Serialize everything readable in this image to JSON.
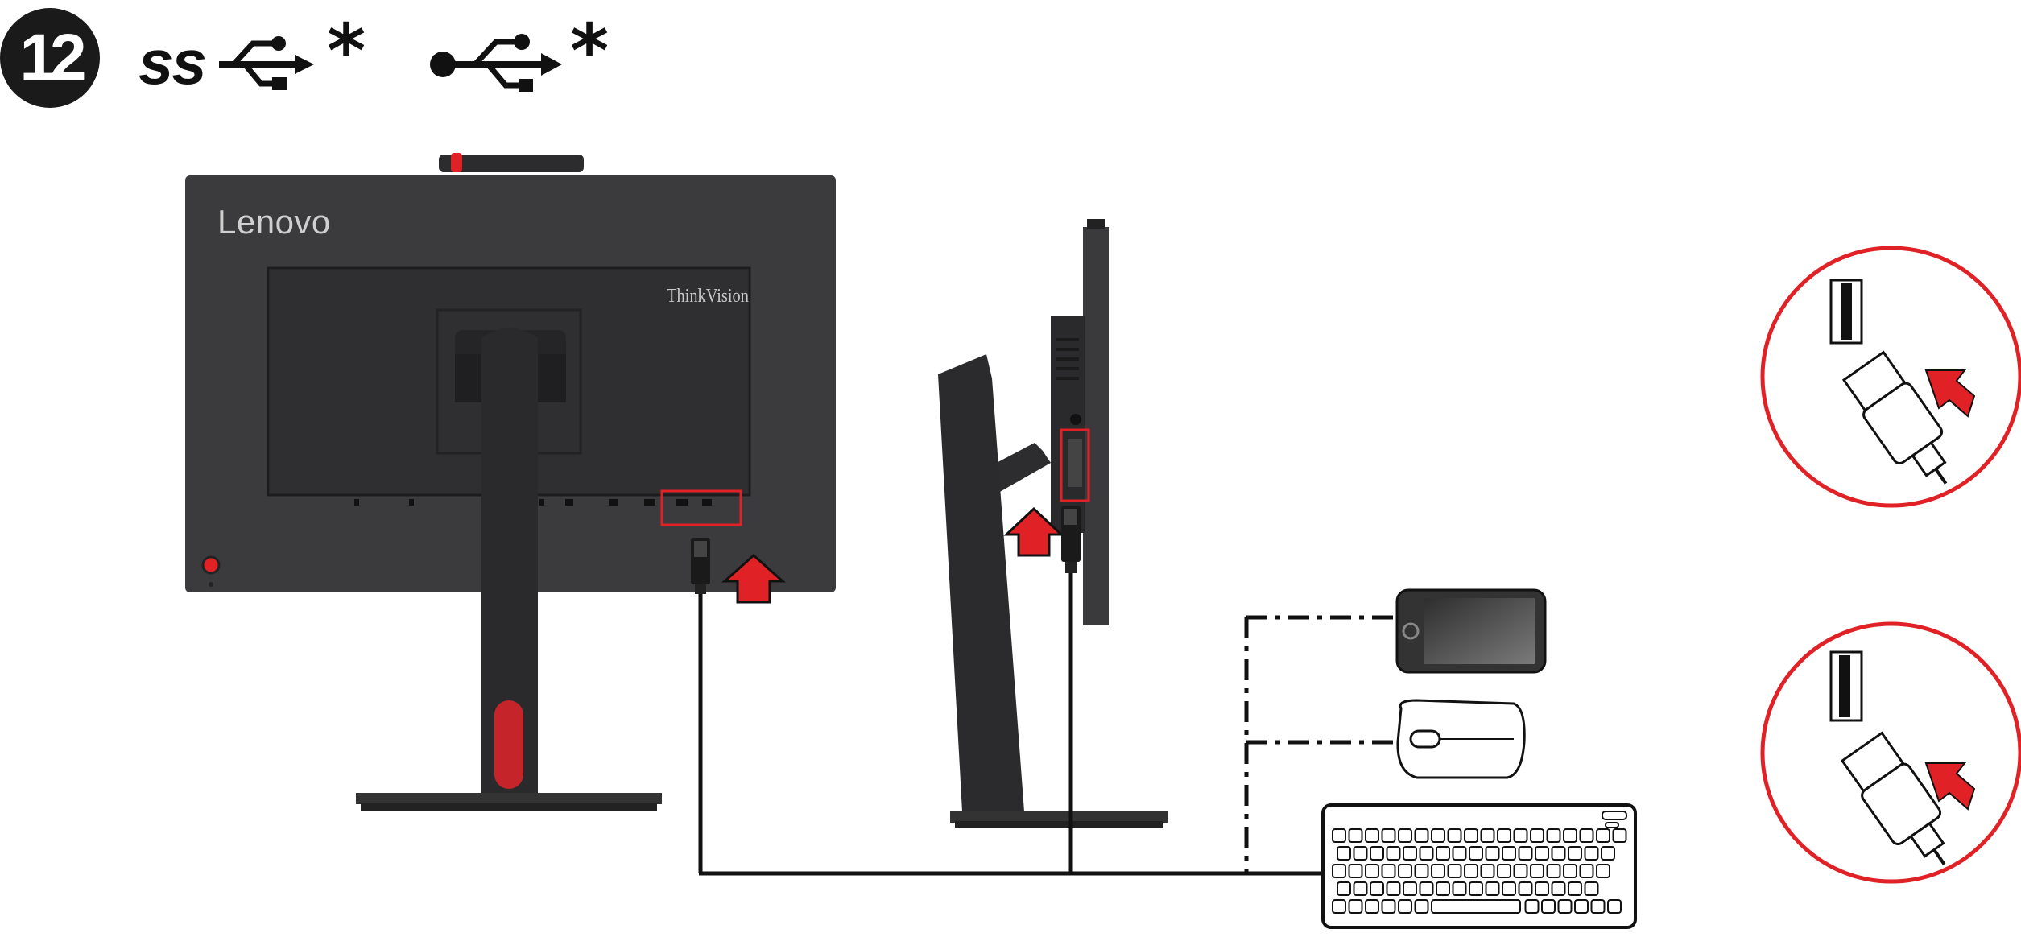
{
  "header": {
    "step_number": "12",
    "ss_label": "ss",
    "asterisk_1": "*",
    "asterisk_2": "*"
  },
  "monitor": {
    "brand": "Lenovo",
    "model_brand": "ThinkVision"
  },
  "colors": {
    "accent_red": "#e02227",
    "monitor_body": "#3b3b3d",
    "monitor_panel": "#2f2f31",
    "line_black": "#111111"
  },
  "icons": [
    "superspeed-usb-icon",
    "usb-icon",
    "arrow-up-icon",
    "usb-plug-icon",
    "smartphone-icon",
    "mouse-icon",
    "keyboard-icon"
  ]
}
